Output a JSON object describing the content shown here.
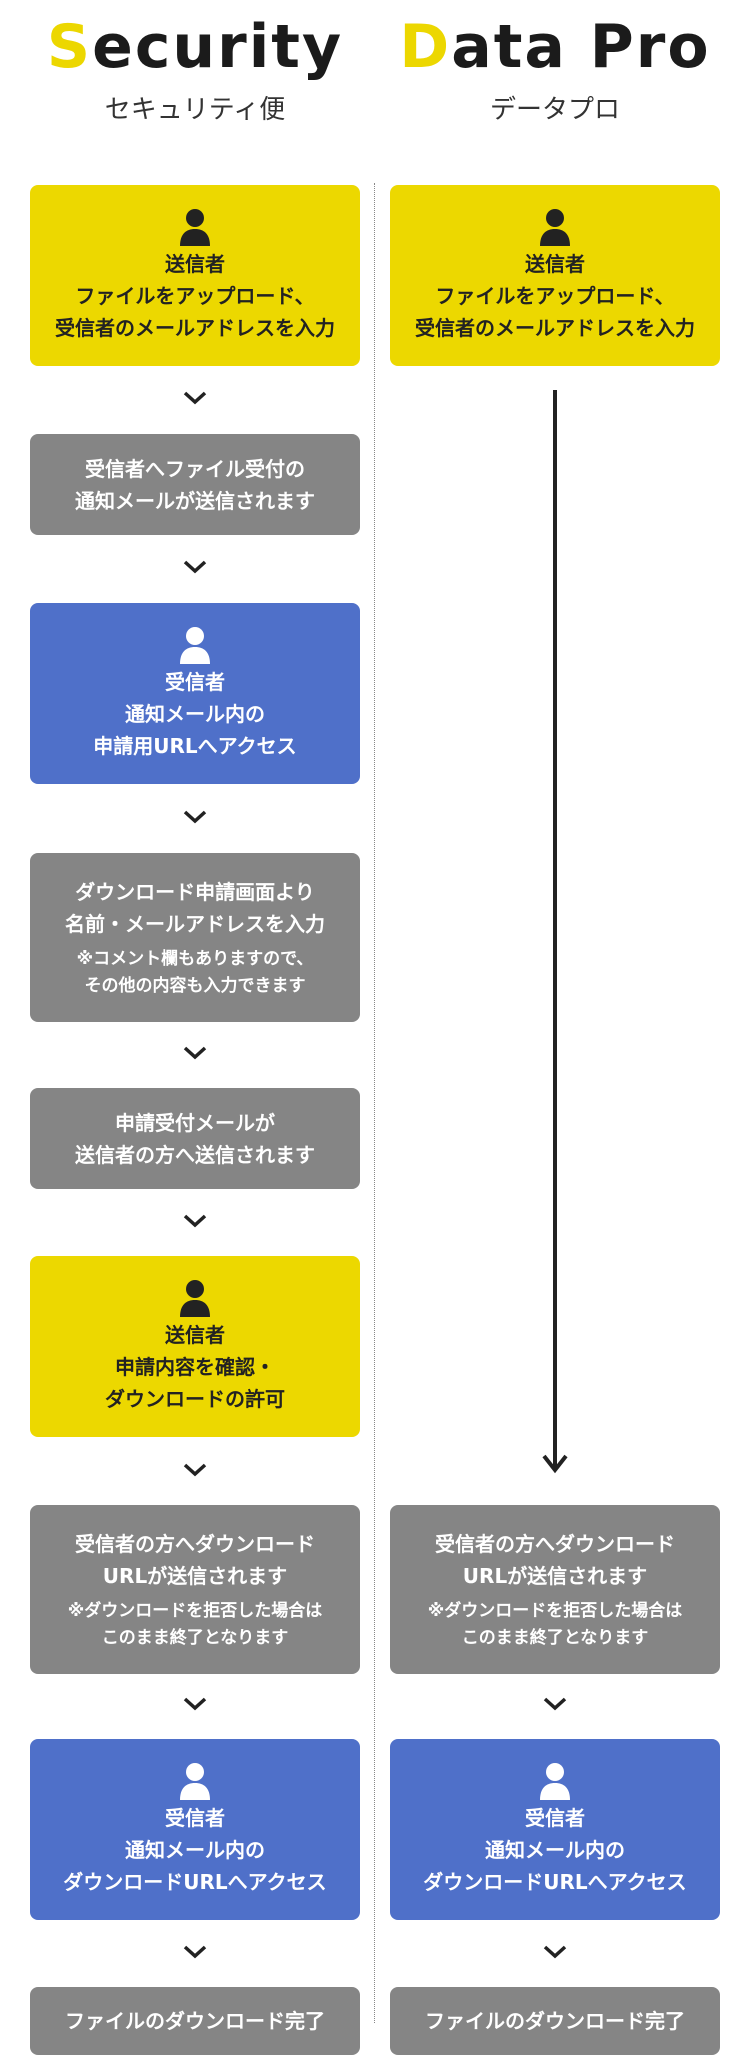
{
  "left": {
    "title_accent": "S",
    "title_rest": "ecurity",
    "subtitle": "セキュリティ便"
  },
  "right": {
    "title_accent": "D",
    "title_rest": "ata Pro",
    "subtitle": "データプロ"
  },
  "colors": {
    "yellow": "#ecd800",
    "gray": "#858585",
    "blue": "#4f70c9",
    "accent": "#ecd700"
  },
  "flow": {
    "l1": {
      "role": "送信者",
      "lines": [
        "ファイルをアップロード、",
        "受信者のメールアドレスを入力"
      ]
    },
    "l2": {
      "lines": [
        "受信者へファイル受付の",
        "通知メールが送信されます"
      ]
    },
    "l3": {
      "role": "受信者",
      "lines": [
        "通知メール内の",
        "申請用URLへアクセス"
      ]
    },
    "l4": {
      "lines": [
        "ダウンロード申請画面より",
        "名前・メールアドレスを入力"
      ],
      "notes": [
        "※コメント欄もありますので、",
        "その他の内容も入力できます"
      ]
    },
    "l5": {
      "lines": [
        "申請受付メールが",
        "送信者の方へ送信されます"
      ]
    },
    "l6": {
      "role": "送信者",
      "lines": [
        "申請内容を確認・",
        "ダウンロードの許可"
      ]
    },
    "l7": {
      "lines": [
        "受信者の方へダウンロード",
        "URLが送信されます"
      ],
      "notes": [
        "※ダウンロードを拒否した場合は",
        "このまま終了となります"
      ]
    },
    "l8": {
      "role": "受信者",
      "lines": [
        "通知メール内の",
        "ダウンロードURLへアクセス"
      ]
    },
    "l9": {
      "lines": [
        "ファイルのダウンロード完了"
      ]
    },
    "r1": {
      "role": "送信者",
      "lines": [
        "ファイルをアップロード、",
        "受信者のメールアドレスを入力"
      ]
    },
    "r7": {
      "lines": [
        "受信者の方へダウンロード",
        "URLが送信されます"
      ],
      "notes": [
        "※ダウンロードを拒否した場合は",
        "このまま終了となります"
      ]
    },
    "r8": {
      "role": "受信者",
      "lines": [
        "通知メール内の",
        "ダウンロードURLへアクセス"
      ]
    },
    "r9": {
      "lines": [
        "ファイルのダウンロード完了"
      ]
    }
  }
}
